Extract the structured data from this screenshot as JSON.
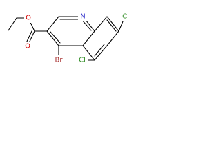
{
  "structure": {
    "atoms": {
      "ring_nitrogen": {
        "label": "N",
        "color": "#3333cc"
      },
      "chloro_7": {
        "label": "Cl",
        "color": "#2e8b22"
      },
      "chloro_5": {
        "label": "Cl",
        "color": "#2e8b22"
      },
      "bromo_4": {
        "label": "Br",
        "color": "#a52a2a"
      },
      "carbonyl_oxygen": {
        "label": "O",
        "color": "#d40000"
      },
      "ester_oxygen": {
        "label": "O",
        "color": "#d40000"
      }
    },
    "bond_color": "#000000"
  }
}
